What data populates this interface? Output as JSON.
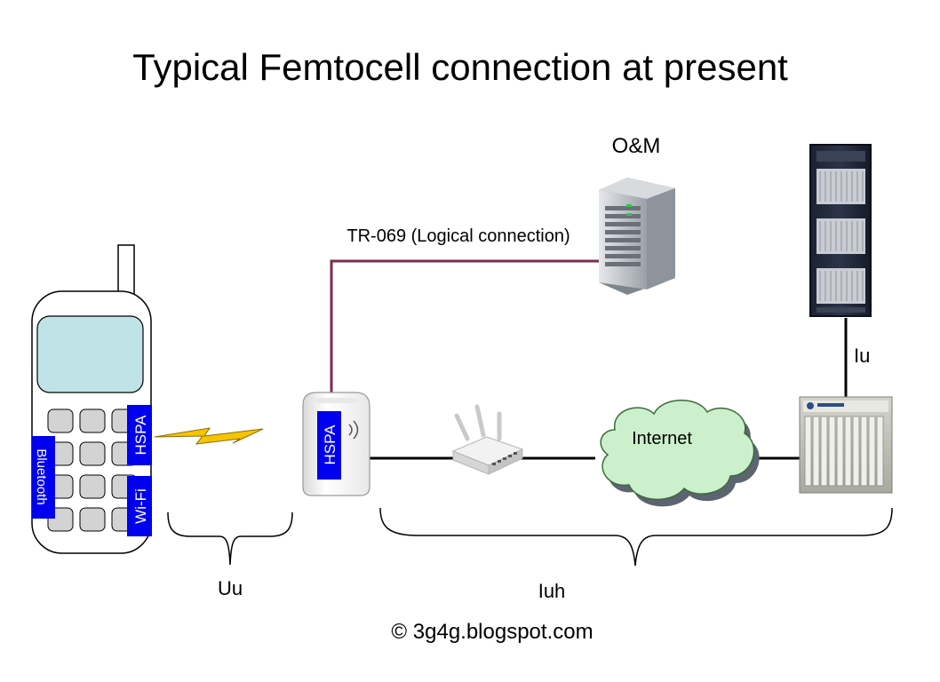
{
  "title": "Typical Femtocell connection at present",
  "nodes": {
    "om_label": "O&M",
    "internet_label": "Internet",
    "phone_bluetooth": "Bluetooth",
    "phone_hspa": "HSPA",
    "phone_wifi": "Wi-Fi",
    "femto_hspa": "HSPA"
  },
  "links": {
    "tr069": "TR-069 (Logical connection)",
    "iu": "Iu",
    "uu": "Uu",
    "iuh": "Iuh"
  },
  "footer": "© 3g4g.blogspot.com",
  "colors": {
    "tr069_line": "#7b2d4f",
    "tag_fill": "#0000ee",
    "bolt": "#f7c400",
    "cloud": "#ccefcc",
    "phone_screen": "#bfe3e6"
  }
}
